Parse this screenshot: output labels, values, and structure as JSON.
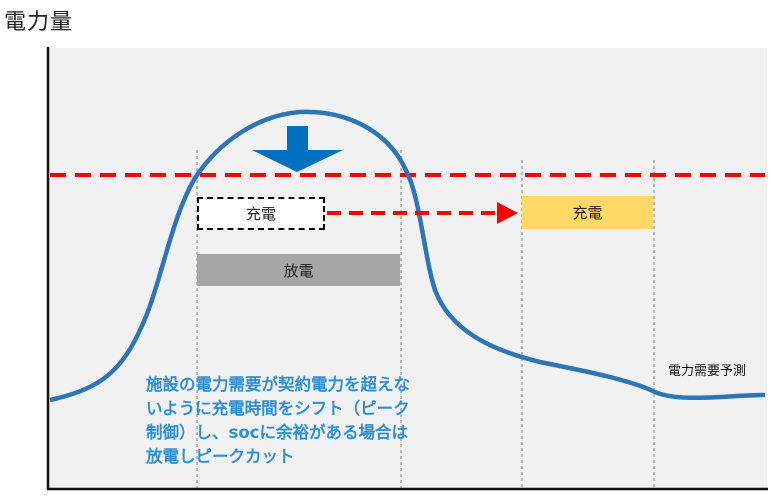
{
  "title": "電力量",
  "boxes": {
    "charge_before": "充電",
    "discharge": "放電",
    "charge_after": "充電"
  },
  "curve_label": "電力需要予測",
  "note_lines": [
    "施設の電力需要が契約電力を超えな",
    "いように充電時間をシフト（ピーク",
    "制御）し、socに余裕がある場合は",
    "放電しピークカット"
  ],
  "colors": {
    "curve": "#2e75b6",
    "threshold_line": "#ff0000",
    "shift_arrow": "#ff0000",
    "down_arrow": "#0070c0",
    "charge_shifted": "#ffd966",
    "discharge": "#a6a6a6",
    "note_text": "#2e8fd4"
  },
  "icons": {
    "down_arrow": "arrow-down-icon",
    "shift_arrow": "arrow-right-icon"
  }
}
